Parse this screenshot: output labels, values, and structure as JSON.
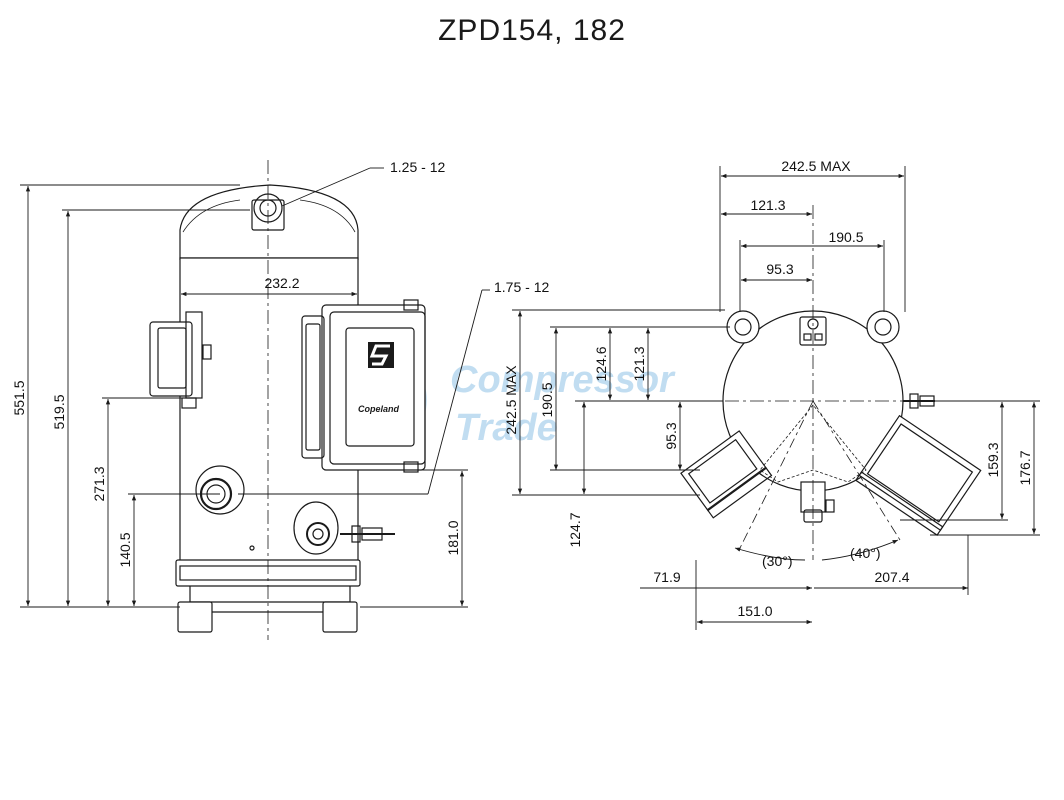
{
  "title": "ZPD154, 182",
  "front_view": {
    "labels": {
      "thread_top": "1.25 - 12",
      "thread_side": "1.75 - 12",
      "width": "232.2",
      "h_total": "551.5",
      "h_shell": "519.5",
      "h_suction": "271.3",
      "h_discharge": "140.5",
      "h_fitting": "181.0"
    },
    "badge_brand": "Copeland"
  },
  "top_view": {
    "labels": {
      "w_max": "242.5 MAX",
      "w_121": "121.3",
      "w_190": "190.5",
      "w_95": "95.3",
      "v_242": "242.5 MAX",
      "v_190": "190.5",
      "v_124": "124.6",
      "v_121": "121.3",
      "v_95": "95.3",
      "v_124b": "124.7",
      "v_159": "159.3",
      "v_176": "176.7",
      "angle_30": "(30°)",
      "angle_40": "(40°)",
      "b_71": "71.9",
      "b_207": "207.4",
      "b_151": "151.0"
    }
  },
  "watermark": {
    "line1": "Compressor",
    "line2": "Trade"
  },
  "colors": {
    "line": "#1a1a1a",
    "watermark": "#8fc3e6"
  }
}
